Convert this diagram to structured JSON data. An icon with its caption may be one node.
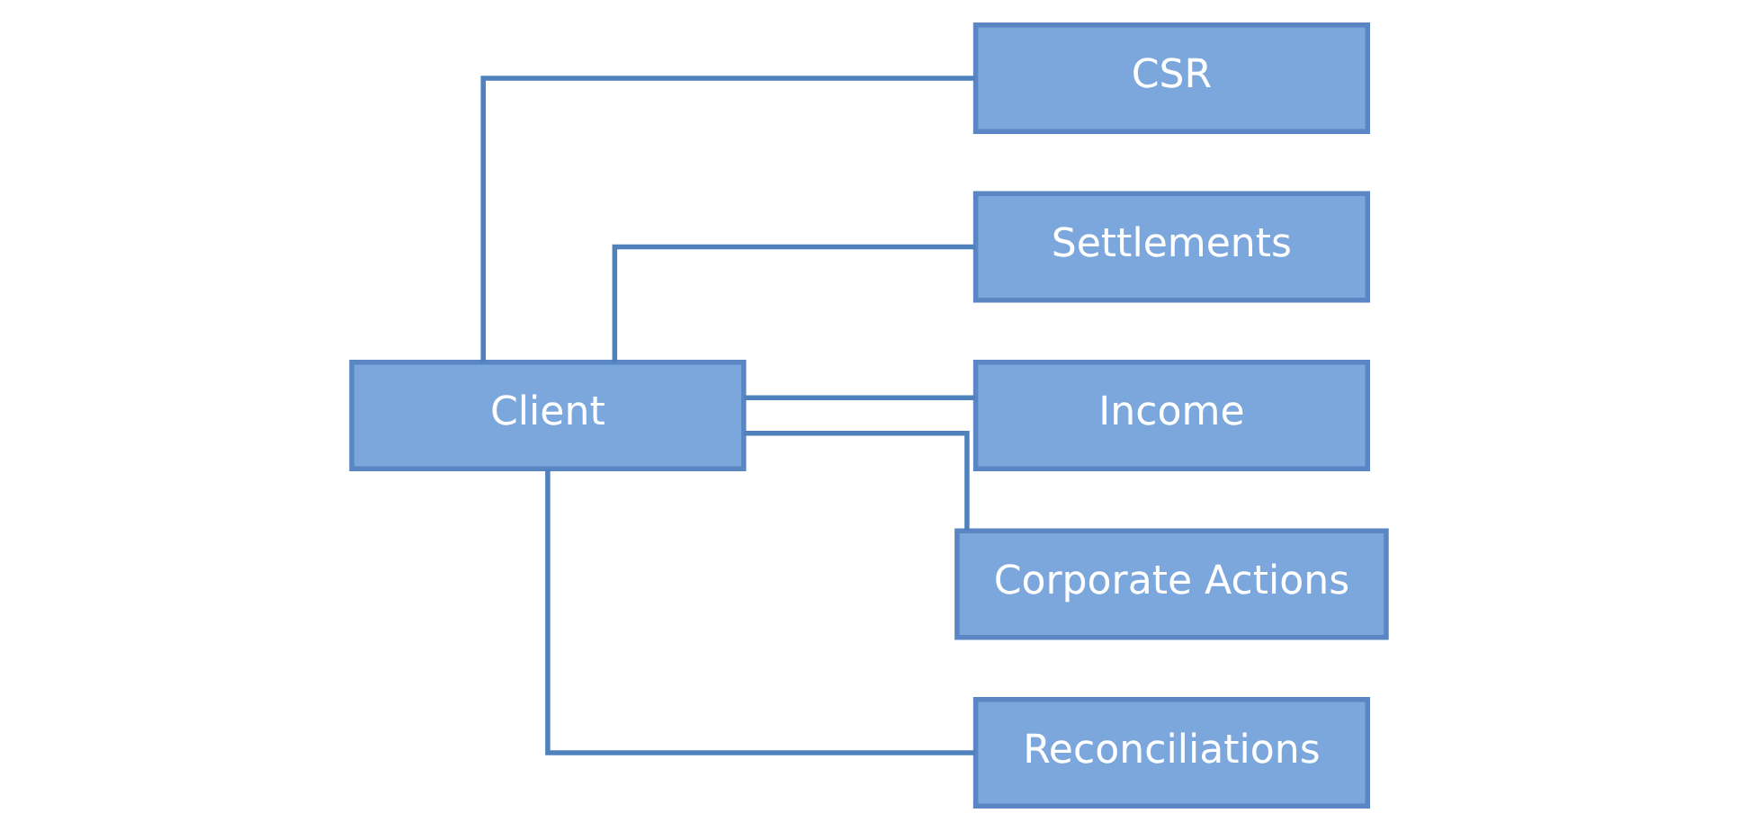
{
  "diagram": {
    "nodes": [
      {
        "text": [
          "Client"
        ]
      },
      {
        "text": [
          "CSR"
        ]
      },
      {
        "text": [
          "Settlements"
        ]
      },
      {
        "text": [
          "Income"
        ]
      },
      {
        "text": [
          "Corporate Actions"
        ]
      },
      {
        "text": [
          "Reconciliations"
        ]
      }
    ],
    "edges": [
      {
        "from": 0,
        "to": 1,
        "arrow": "none"
      },
      {
        "from": 0,
        "to": 2,
        "arrow": "none"
      },
      {
        "from": 0,
        "to": 3,
        "arrow": "none"
      },
      {
        "from": 0,
        "to": 4,
        "arrow": "none"
      },
      {
        "from": 0,
        "to": 5,
        "arrow": "none"
      }
    ]
  }
}
